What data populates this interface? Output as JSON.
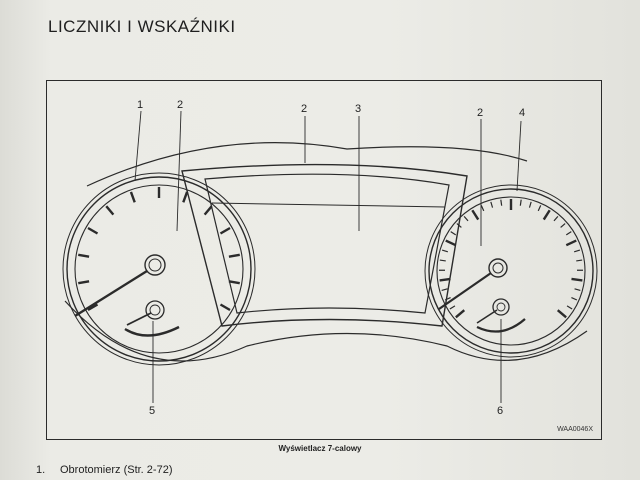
{
  "page": {
    "heading": "LICZNIKI I WSKAŹNIKI"
  },
  "figure": {
    "callouts": [
      {
        "text": "1"
      },
      {
        "text": "2"
      },
      {
        "text": "2"
      },
      {
        "text": "3"
      },
      {
        "text": "2"
      },
      {
        "text": "4"
      },
      {
        "text": "5"
      },
      {
        "text": "6"
      }
    ],
    "code": "WAA0046X",
    "caption": "Wyświetlacz 7-calowy"
  },
  "list": {
    "items": [
      {
        "number": "1.",
        "text": "Obrotomierz (Str. 2-72)"
      }
    ]
  }
}
